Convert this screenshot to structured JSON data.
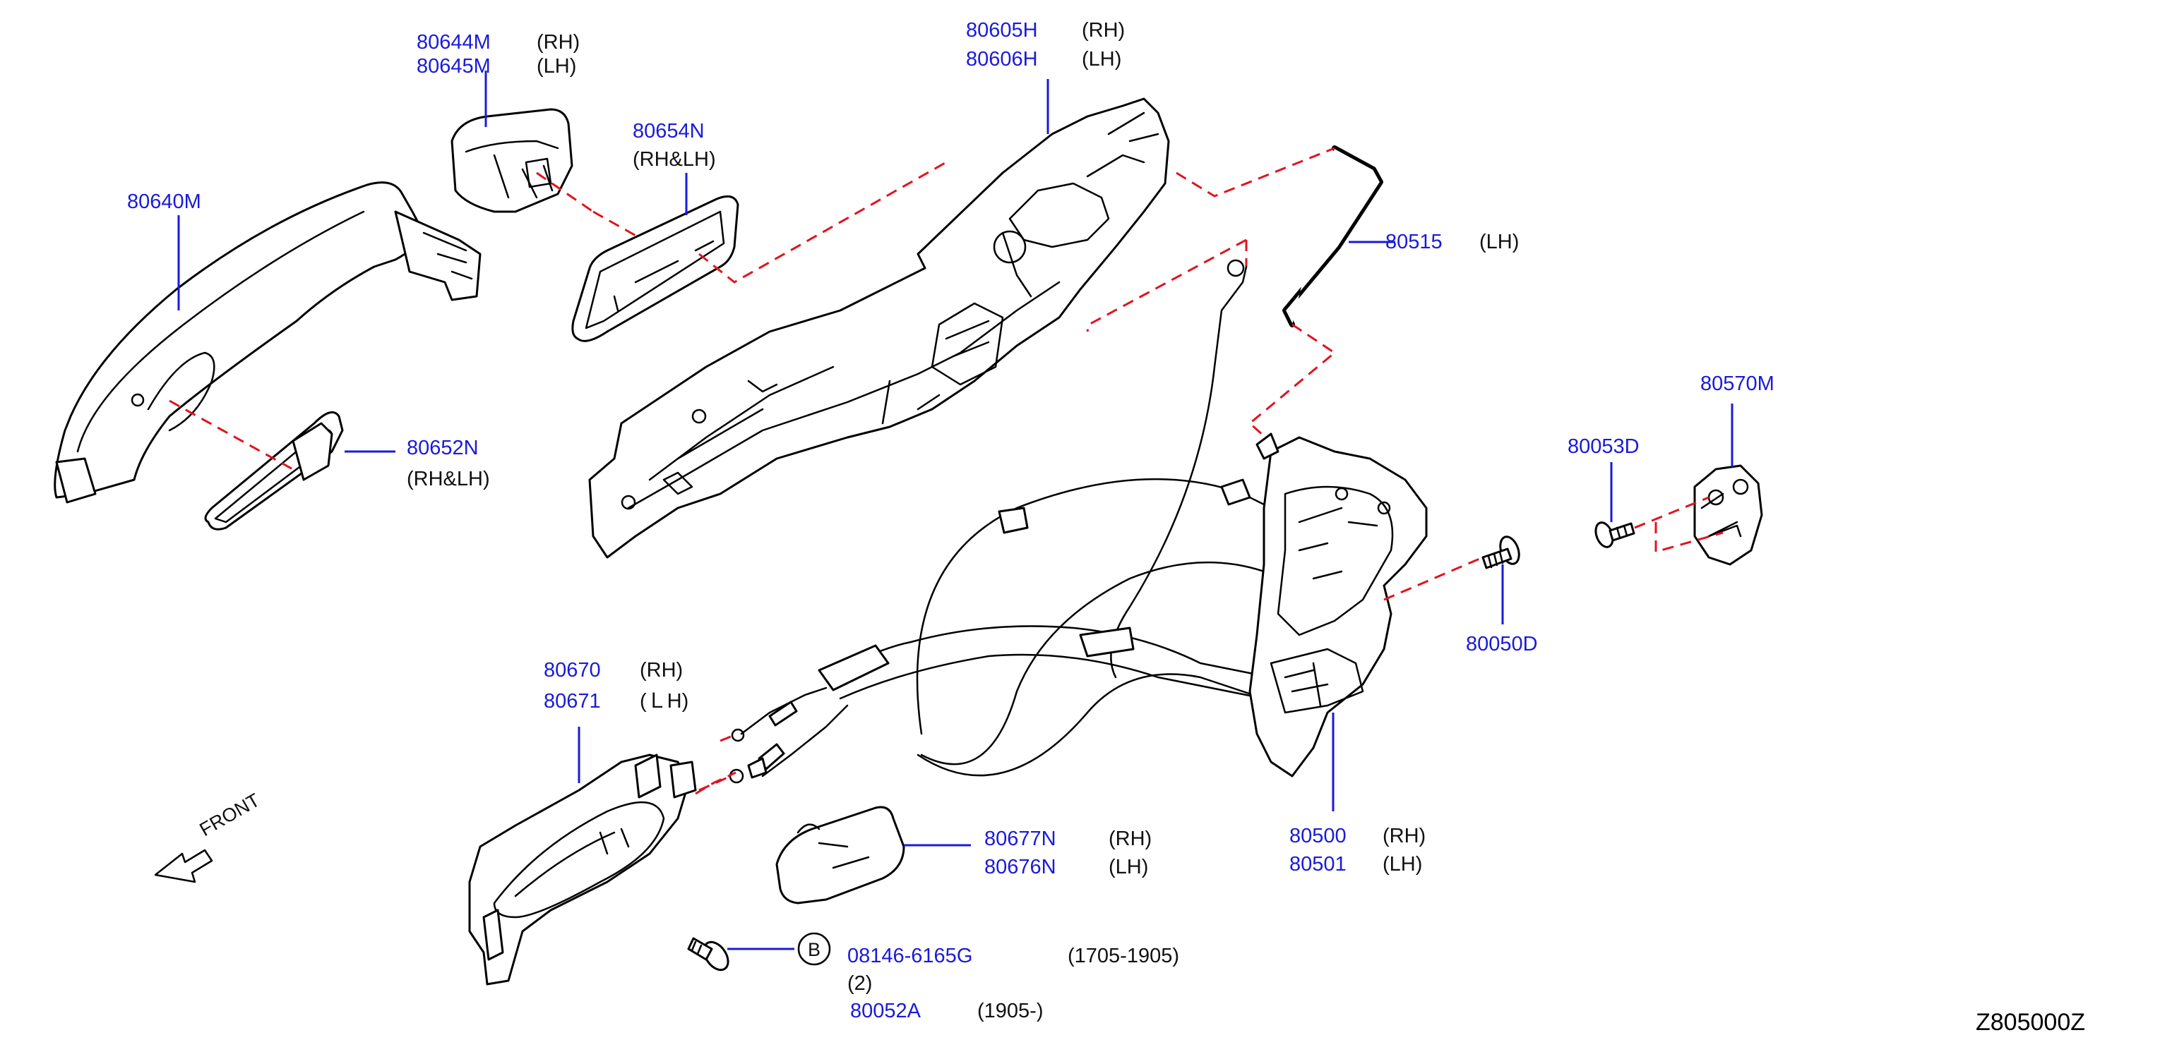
{
  "diagram_code": "Z805000Z",
  "front_label": "FRONT",
  "callouts": {
    "c80644M": {
      "part": "80644M",
      "side": "(RH)"
    },
    "c80645M": {
      "part": "80645M",
      "side": "(LH)"
    },
    "c80605H": {
      "part": "80605H",
      "side": "(RH)"
    },
    "c80606H": {
      "part": "80606H",
      "side": "(LH)"
    },
    "c80654N": {
      "part": "80654N",
      "side": "(RH&LH)"
    },
    "c80640M": {
      "part": "80640M"
    },
    "c80515": {
      "part": "80515",
      "side": "(LH)"
    },
    "c80570M": {
      "part": "80570M"
    },
    "c80053D": {
      "part": "80053D"
    },
    "c80652N": {
      "part": "80652N",
      "side": "(RH&LH)"
    },
    "c80050D": {
      "part": "80050D"
    },
    "c80670": {
      "part": "80670",
      "side": "(RH)"
    },
    "c80671": {
      "part": "80671",
      "side": "(ＬH)"
    },
    "c80677N": {
      "part": "80677N",
      "side": "(RH)"
    },
    "c80676N": {
      "part": "80676N",
      "side": "(LH)"
    },
    "c80500": {
      "part": "80500",
      "side": "(RH)"
    },
    "c80501": {
      "part": "80501",
      "side": "(LH)"
    },
    "c08146": {
      "part": "08146-6165G",
      "range": "(1705-1905)",
      "qty": "(2)",
      "marker": "B"
    },
    "c80052A": {
      "part": "80052A",
      "range": "(1905-)"
    }
  }
}
